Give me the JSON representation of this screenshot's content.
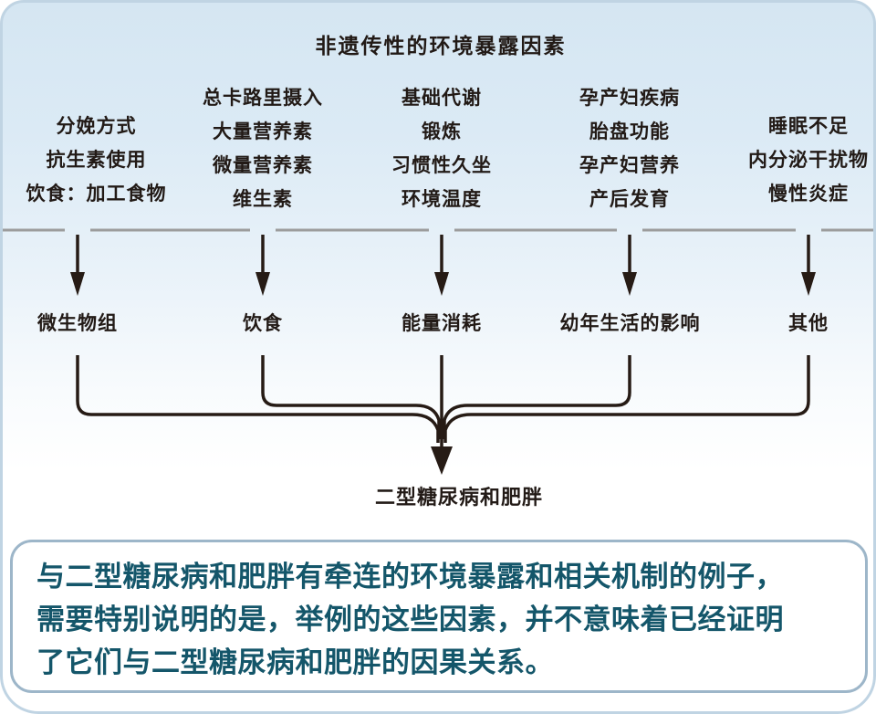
{
  "title": "非遗传性的环境暴露因素",
  "columns": [
    {
      "label": "微生物组",
      "factors": [
        "分娩方式",
        "抗生素使用",
        "饮食：加工食物"
      ]
    },
    {
      "label": "饮食",
      "factors": [
        "总卡路里摄入",
        "大量营养素",
        "微量营养素",
        "维生素"
      ]
    },
    {
      "label": "能量消耗",
      "factors": [
        "基础代谢",
        "锻炼",
        "习惯性久坐",
        "环境温度"
      ]
    },
    {
      "label": "幼年生活的影响",
      "factors": [
        "孕产妇疾病",
        "胎盘功能",
        "孕产妇营养",
        "产后发育"
      ]
    },
    {
      "label": "其他",
      "factors": [
        "睡眠不足",
        "内分泌干扰物",
        "慢性炎症"
      ]
    }
  ],
  "outcome": "二型糖尿病和肥胖",
  "caption": {
    "lines": [
      "与二型糖尿病和肥胖有牵连的环境暴露和相关机制的例子，",
      "需要特别说明的是，举例的这些因素，并不意味着已经证明",
      "了它们与二型糖尿病和肥胖的因果关系。"
    ]
  },
  "colors": {
    "line_and_arrow": "#261b15",
    "separator_line": "#9c9c9c",
    "caption_text": "#14566a",
    "caption_border": "#9db6c9",
    "background_top": "#d5e6f2",
    "text": "#221a16"
  }
}
